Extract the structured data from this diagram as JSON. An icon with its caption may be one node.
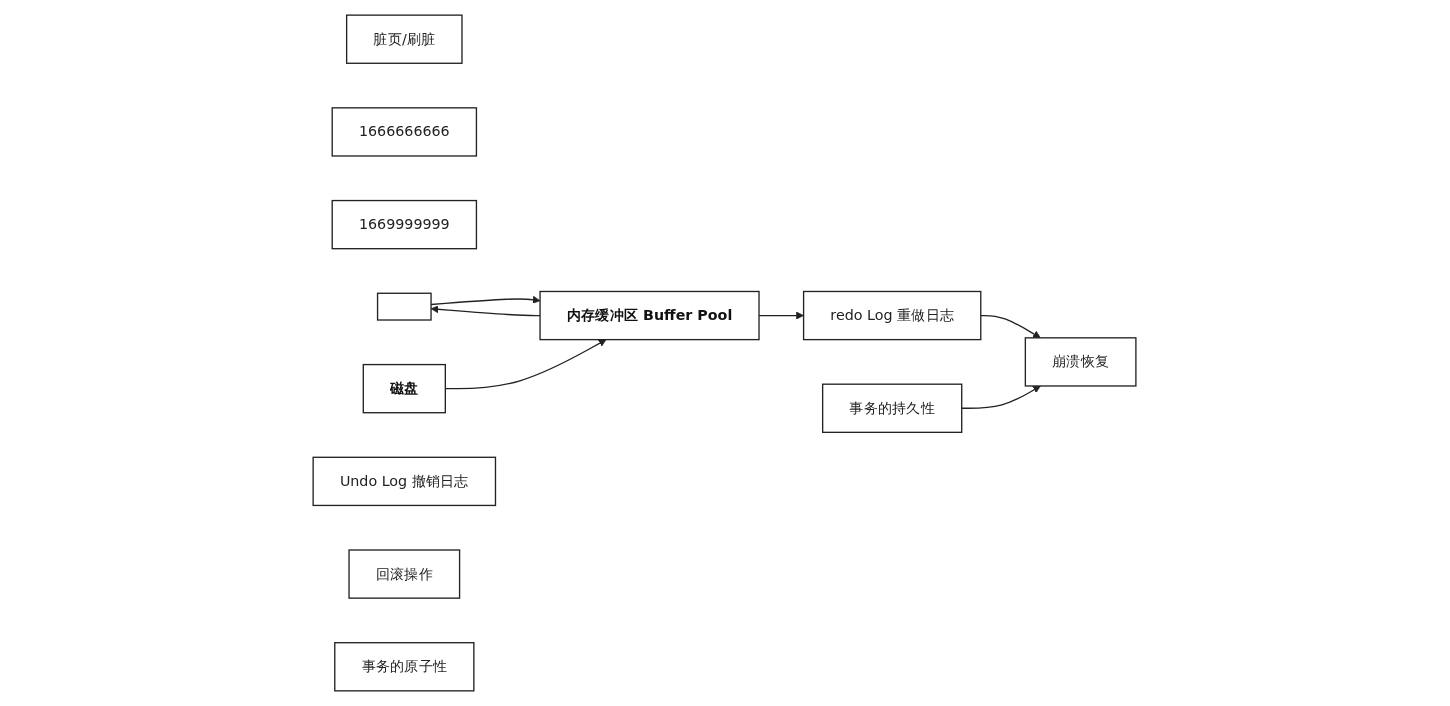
{
  "diagram": {
    "nodes": [
      {
        "text": [
          "脏页/刷脏"
        ]
      },
      {
        "text": [
          "1666666666"
        ]
      },
      {
        "text": [
          "1669999999"
        ]
      },
      {
        "text": [],
        "shape": "box"
      },
      {
        "text": [
          "内存缓冲区 Buffer Pool"
        ]
      },
      {
        "text": [
          "磁盘"
        ]
      },
      {
        "text": [
          "redo Log 重做日志"
        ]
      },
      {
        "text": [
          "崩溃恢复"
        ]
      },
      {
        "text": [
          "事务的持久性"
        ]
      },
      {
        "text": [
          "Undo Log 撤销日志"
        ]
      },
      {
        "text": [
          "回滚操作"
        ]
      },
      {
        "text": [
          "事务的原子性"
        ]
      }
    ],
    "edges": [
      {
        "from": 3,
        "to": 4,
        "arrow": "to"
      },
      {
        "from": 4,
        "to": 3,
        "arrow": "to"
      },
      {
        "from": 5,
        "to": 4,
        "arrow": "to"
      },
      {
        "from": 4,
        "to": 6,
        "arrow": "to"
      },
      {
        "from": 6,
        "to": 7,
        "arrow": "to"
      },
      {
        "from": 8,
        "to": 7,
        "arrow": "to"
      }
    ]
  }
}
